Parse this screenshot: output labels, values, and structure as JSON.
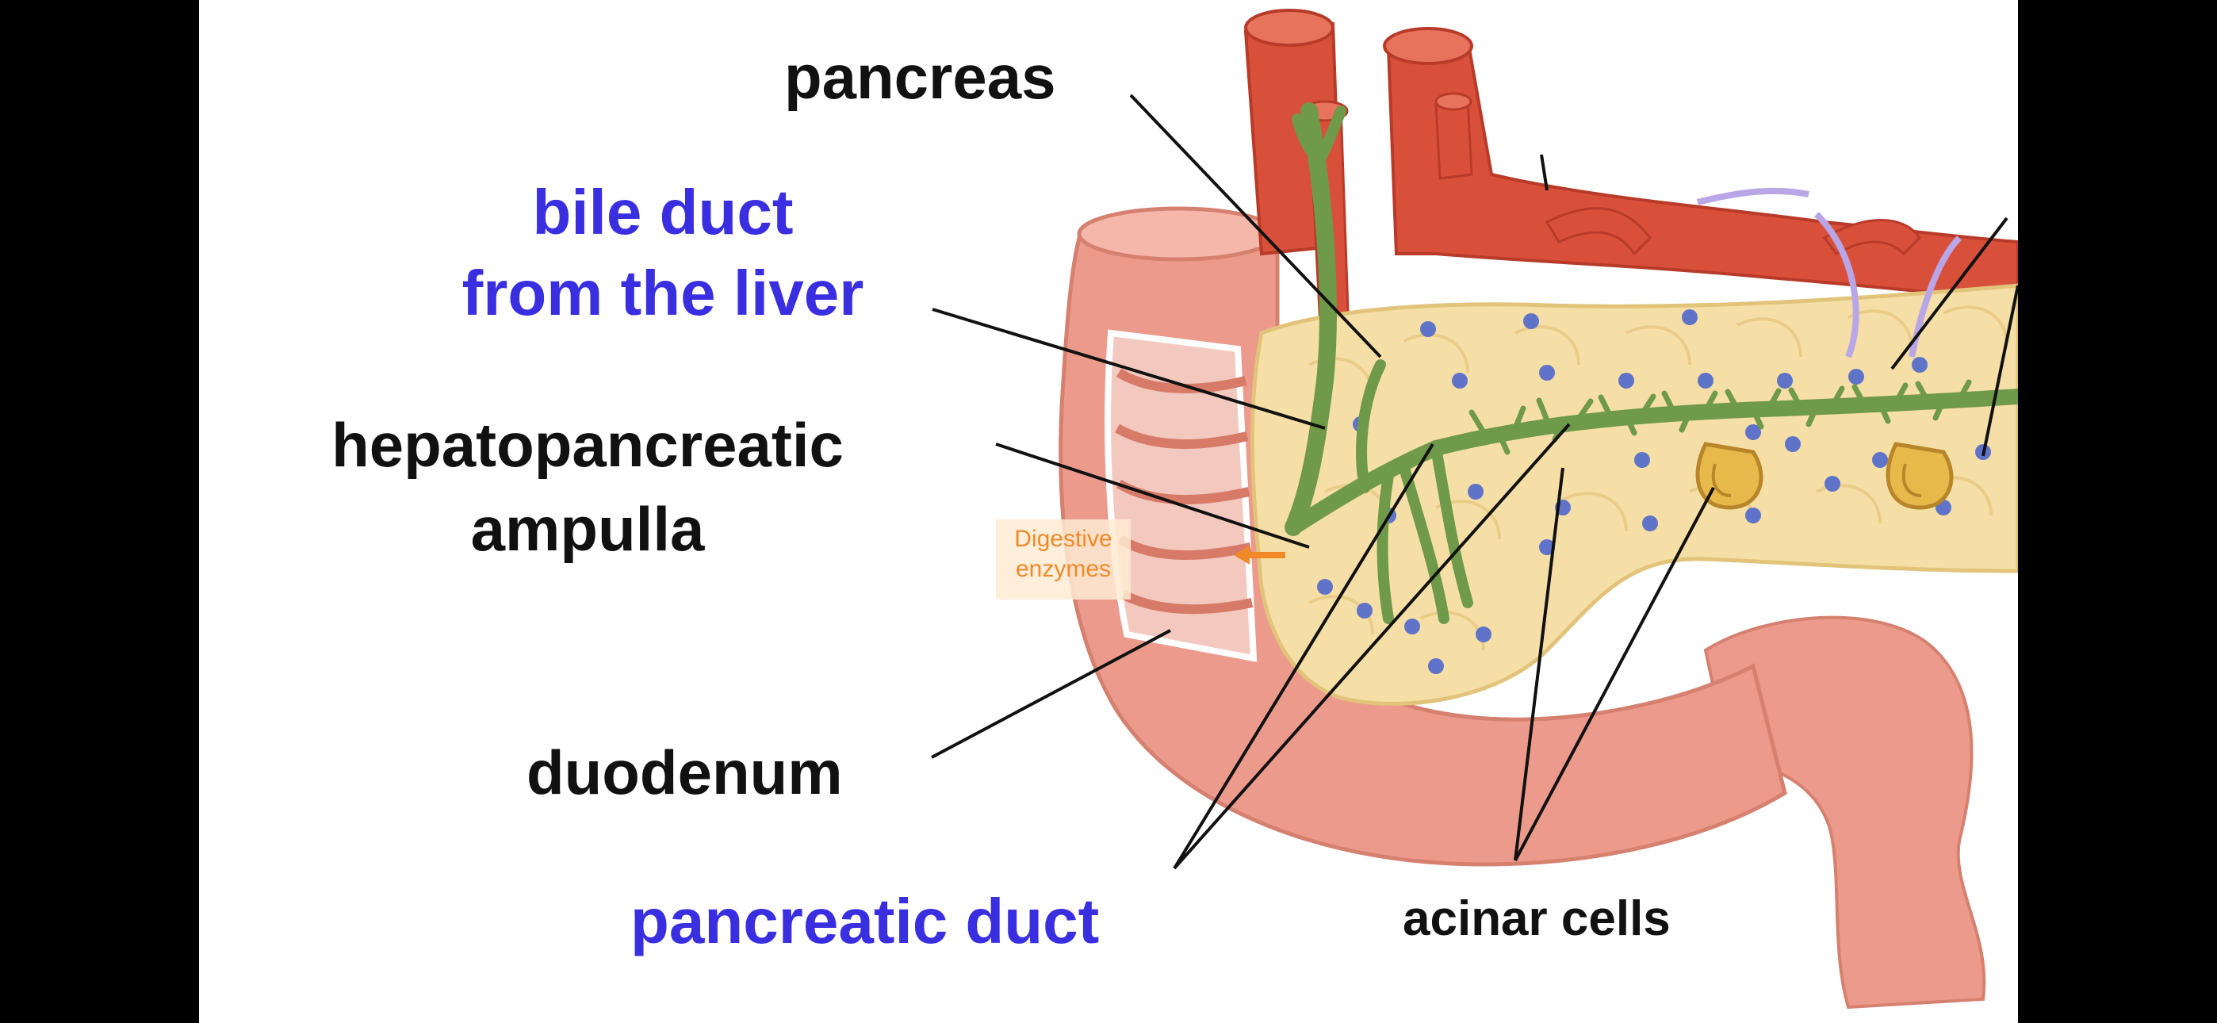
{
  "colors": {
    "background": "#000000",
    "panel": "#ffffff",
    "label_black": "#111111",
    "label_blue": "#3a2fe0",
    "artery": "#d9503a",
    "duodenum": "#eb9a8c",
    "pancreas": "#f6dfa6",
    "duct": "#6f9a4a",
    "enzymes_text": "#f08a28"
  },
  "labels": {
    "pancreas": "pancreas",
    "bile_duct_line1": "bile duct",
    "bile_duct_line2": "from the liver",
    "ampulla_line1": "hepatopancreatic",
    "ampulla_line2": "ampulla",
    "duodenum": "duodenum",
    "pancreatic_duct": "pancreatic duct",
    "acinar_cells": "acinar cells",
    "enzymes_line1": "Digestive",
    "enzymes_line2": "enzymes"
  }
}
